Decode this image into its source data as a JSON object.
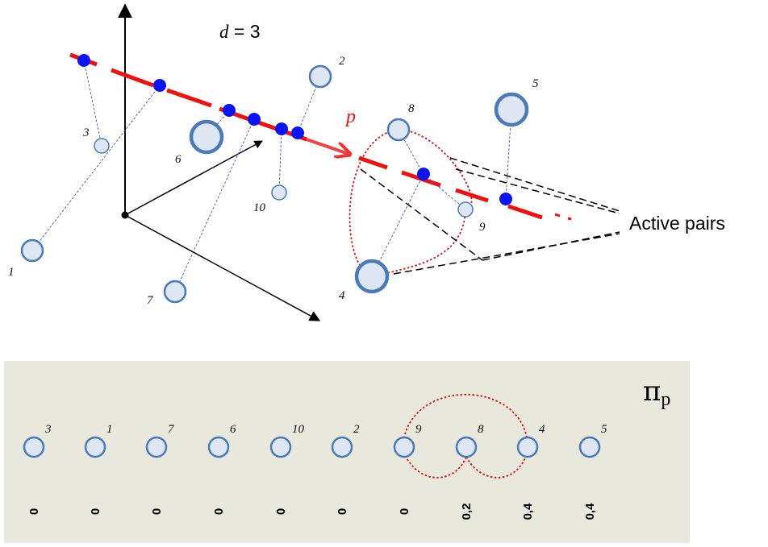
{
  "dimension_label": {
    "var": "d",
    "rest": " = 3"
  },
  "direction_label": "p",
  "active_pairs_label": "Active pairs",
  "panel": {
    "pi_symbol": "π",
    "pi_subscript": "p",
    "ordering": [
      {
        "label": "3",
        "value": "0"
      },
      {
        "label": "1",
        "value": "0"
      },
      {
        "label": "7",
        "value": "0"
      },
      {
        "label": "6",
        "value": "0"
      },
      {
        "label": "10",
        "value": "0"
      },
      {
        "label": "2",
        "value": "0"
      },
      {
        "label": "9",
        "value": "0"
      },
      {
        "label": "8",
        "value": "0,2"
      },
      {
        "label": "4",
        "value": "0,4"
      },
      {
        "label": "5",
        "value": "0,4"
      }
    ]
  },
  "points": [
    {
      "label": "1"
    },
    {
      "label": "2"
    },
    {
      "label": "3"
    },
    {
      "label": "4"
    },
    {
      "label": "5"
    },
    {
      "label": "6"
    },
    {
      "label": "7"
    },
    {
      "label": "8"
    },
    {
      "label": "9"
    },
    {
      "label": "10"
    }
  ],
  "colors": {
    "point_stroke": "#4a7ab8",
    "point_fill": "#dde6f2",
    "projection_dot": "#0a14f0",
    "direction_line": "#ee1111",
    "panel_bg": "#e8e8dd"
  }
}
